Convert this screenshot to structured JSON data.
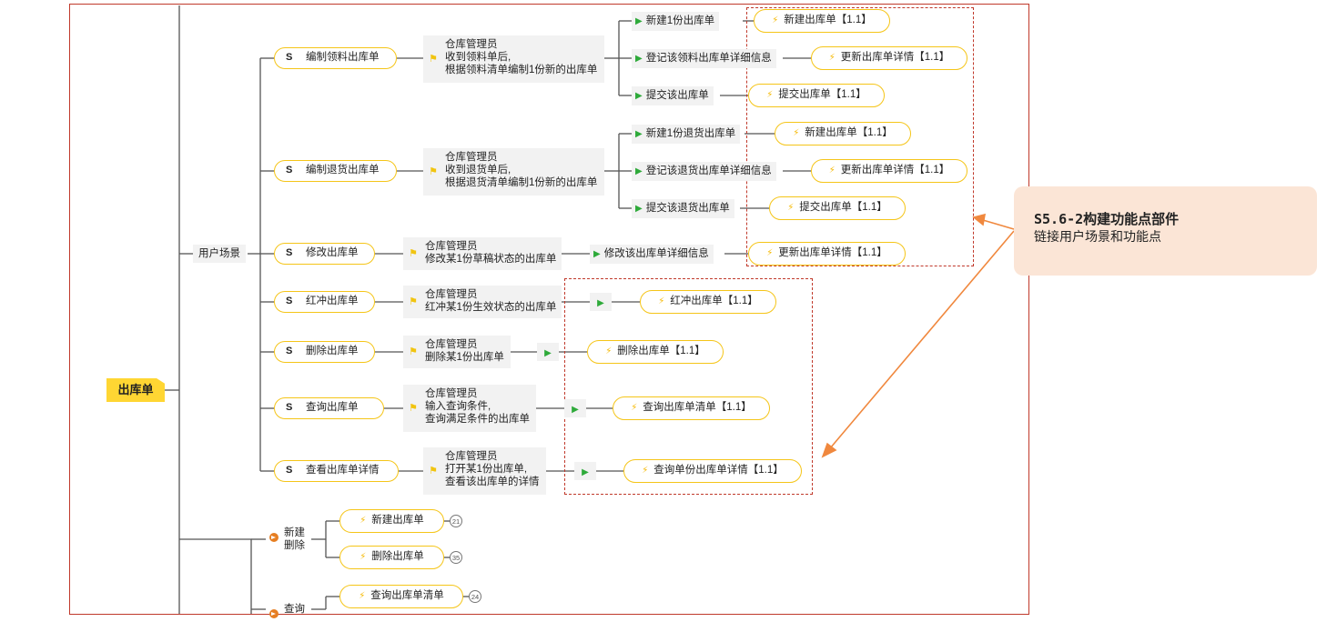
{
  "root": "出库单",
  "branch_label": "用户场景",
  "scene_badge": "S",
  "scenarios": [
    {
      "name": "编制领料出库单",
      "note": "仓库管理员\n收到领料单后,\n根据领料清单编制1份新的出库单",
      "actions": [
        {
          "label": "新建1份出库单",
          "func": "新建出库单【1.1】"
        },
        {
          "label": "登记该领料出库单详细信息",
          "func": "更新出库单详情【1.1】"
        },
        {
          "label": "提交该出库单",
          "func": "提交出库单【1.1】"
        }
      ]
    },
    {
      "name": "编制退货出库单",
      "note": "仓库管理员\n收到退货单后,\n根据退货清单编制1份新的出库单",
      "actions": [
        {
          "label": "新建1份退货出库单",
          "func": "新建出库单【1.1】"
        },
        {
          "label": "登记该退货出库单详细信息",
          "func": "更新出库单详情【1.1】"
        },
        {
          "label": "提交该退货出库单",
          "func": "提交出库单【1.1】"
        }
      ]
    },
    {
      "name": "修改出库单",
      "note": "仓库管理员\n修改某1份草稿状态的出库单",
      "actions": [
        {
          "label": "修改该出库单详细信息",
          "func": "更新出库单详情【1.1】"
        }
      ]
    },
    {
      "name": "红冲出库单",
      "note": "仓库管理员\n红冲某1份生效状态的出库单",
      "actions": [
        {
          "label": "",
          "func": "红冲出库单【1.1】"
        }
      ]
    },
    {
      "name": "删除出库单",
      "note": "仓库管理员\n删除某1份出库单",
      "actions": [
        {
          "label": "",
          "func": "删除出库单【1.1】"
        }
      ]
    },
    {
      "name": "查询出库单",
      "note": "仓库管理员\n输入查询条件,\n查询满足条件的出库单",
      "actions": [
        {
          "label": "",
          "func": "查询出库单清单【1.1】"
        }
      ]
    },
    {
      "name": "查看出库单详情",
      "note": "仓库管理员\n打开某1份出库单,\n查看该出库单的详情",
      "actions": [
        {
          "label": "",
          "func": "查询单份出库单详情【1.1】"
        }
      ]
    }
  ],
  "groups": [
    {
      "label": "新建\n删除",
      "items": [
        {
          "func": "新建出库单",
          "count": "21"
        },
        {
          "func": "删除出库单",
          "count": "35"
        }
      ]
    },
    {
      "label": "查询",
      "items": [
        {
          "func": "查询出库单清单",
          "count": "24"
        }
      ]
    }
  ],
  "callout": {
    "title": "S5.6-2构建功能点部件",
    "subtitle": "链接用户场景和功能点"
  },
  "colors": {
    "frame": "#c0392b",
    "node_border": "#f5c518",
    "root_fill": "#ffd633",
    "arrow": "#f0883e",
    "callout_bg": "#fbe5d6"
  }
}
